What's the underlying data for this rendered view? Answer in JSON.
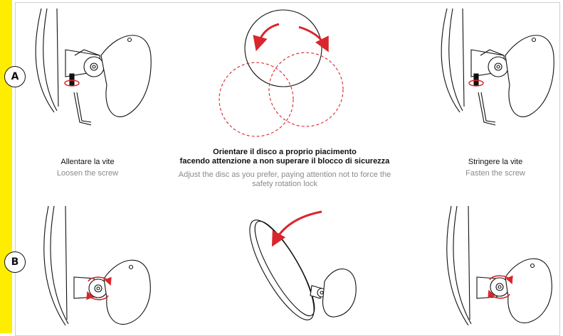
{
  "badges": {
    "a": "A",
    "b": "B"
  },
  "captions": {
    "left": {
      "it": "Allentare la vite",
      "en": "Loosen the screw"
    },
    "center": {
      "it_line1": "Orientare il disco a proprio piacimento",
      "it_line2": "facendo attenzione a non superare il blocco di sicurezza",
      "en_line1": "Adjust the disc as you prefer, paying attention not to force the",
      "en_line2": "safety rotation lock"
    },
    "right": {
      "it": "Stringere la vite",
      "en": "Fasten the screw"
    }
  },
  "colors": {
    "accent_yellow": "#ffed00",
    "arrow_red": "#d9262c",
    "line": "#111111",
    "secondary_text": "#8a8a8a"
  },
  "icons": [
    "hex-key-icon",
    "rotate-arrow-icon",
    "mirror-disc-icon",
    "wall-bracket-icon"
  ]
}
